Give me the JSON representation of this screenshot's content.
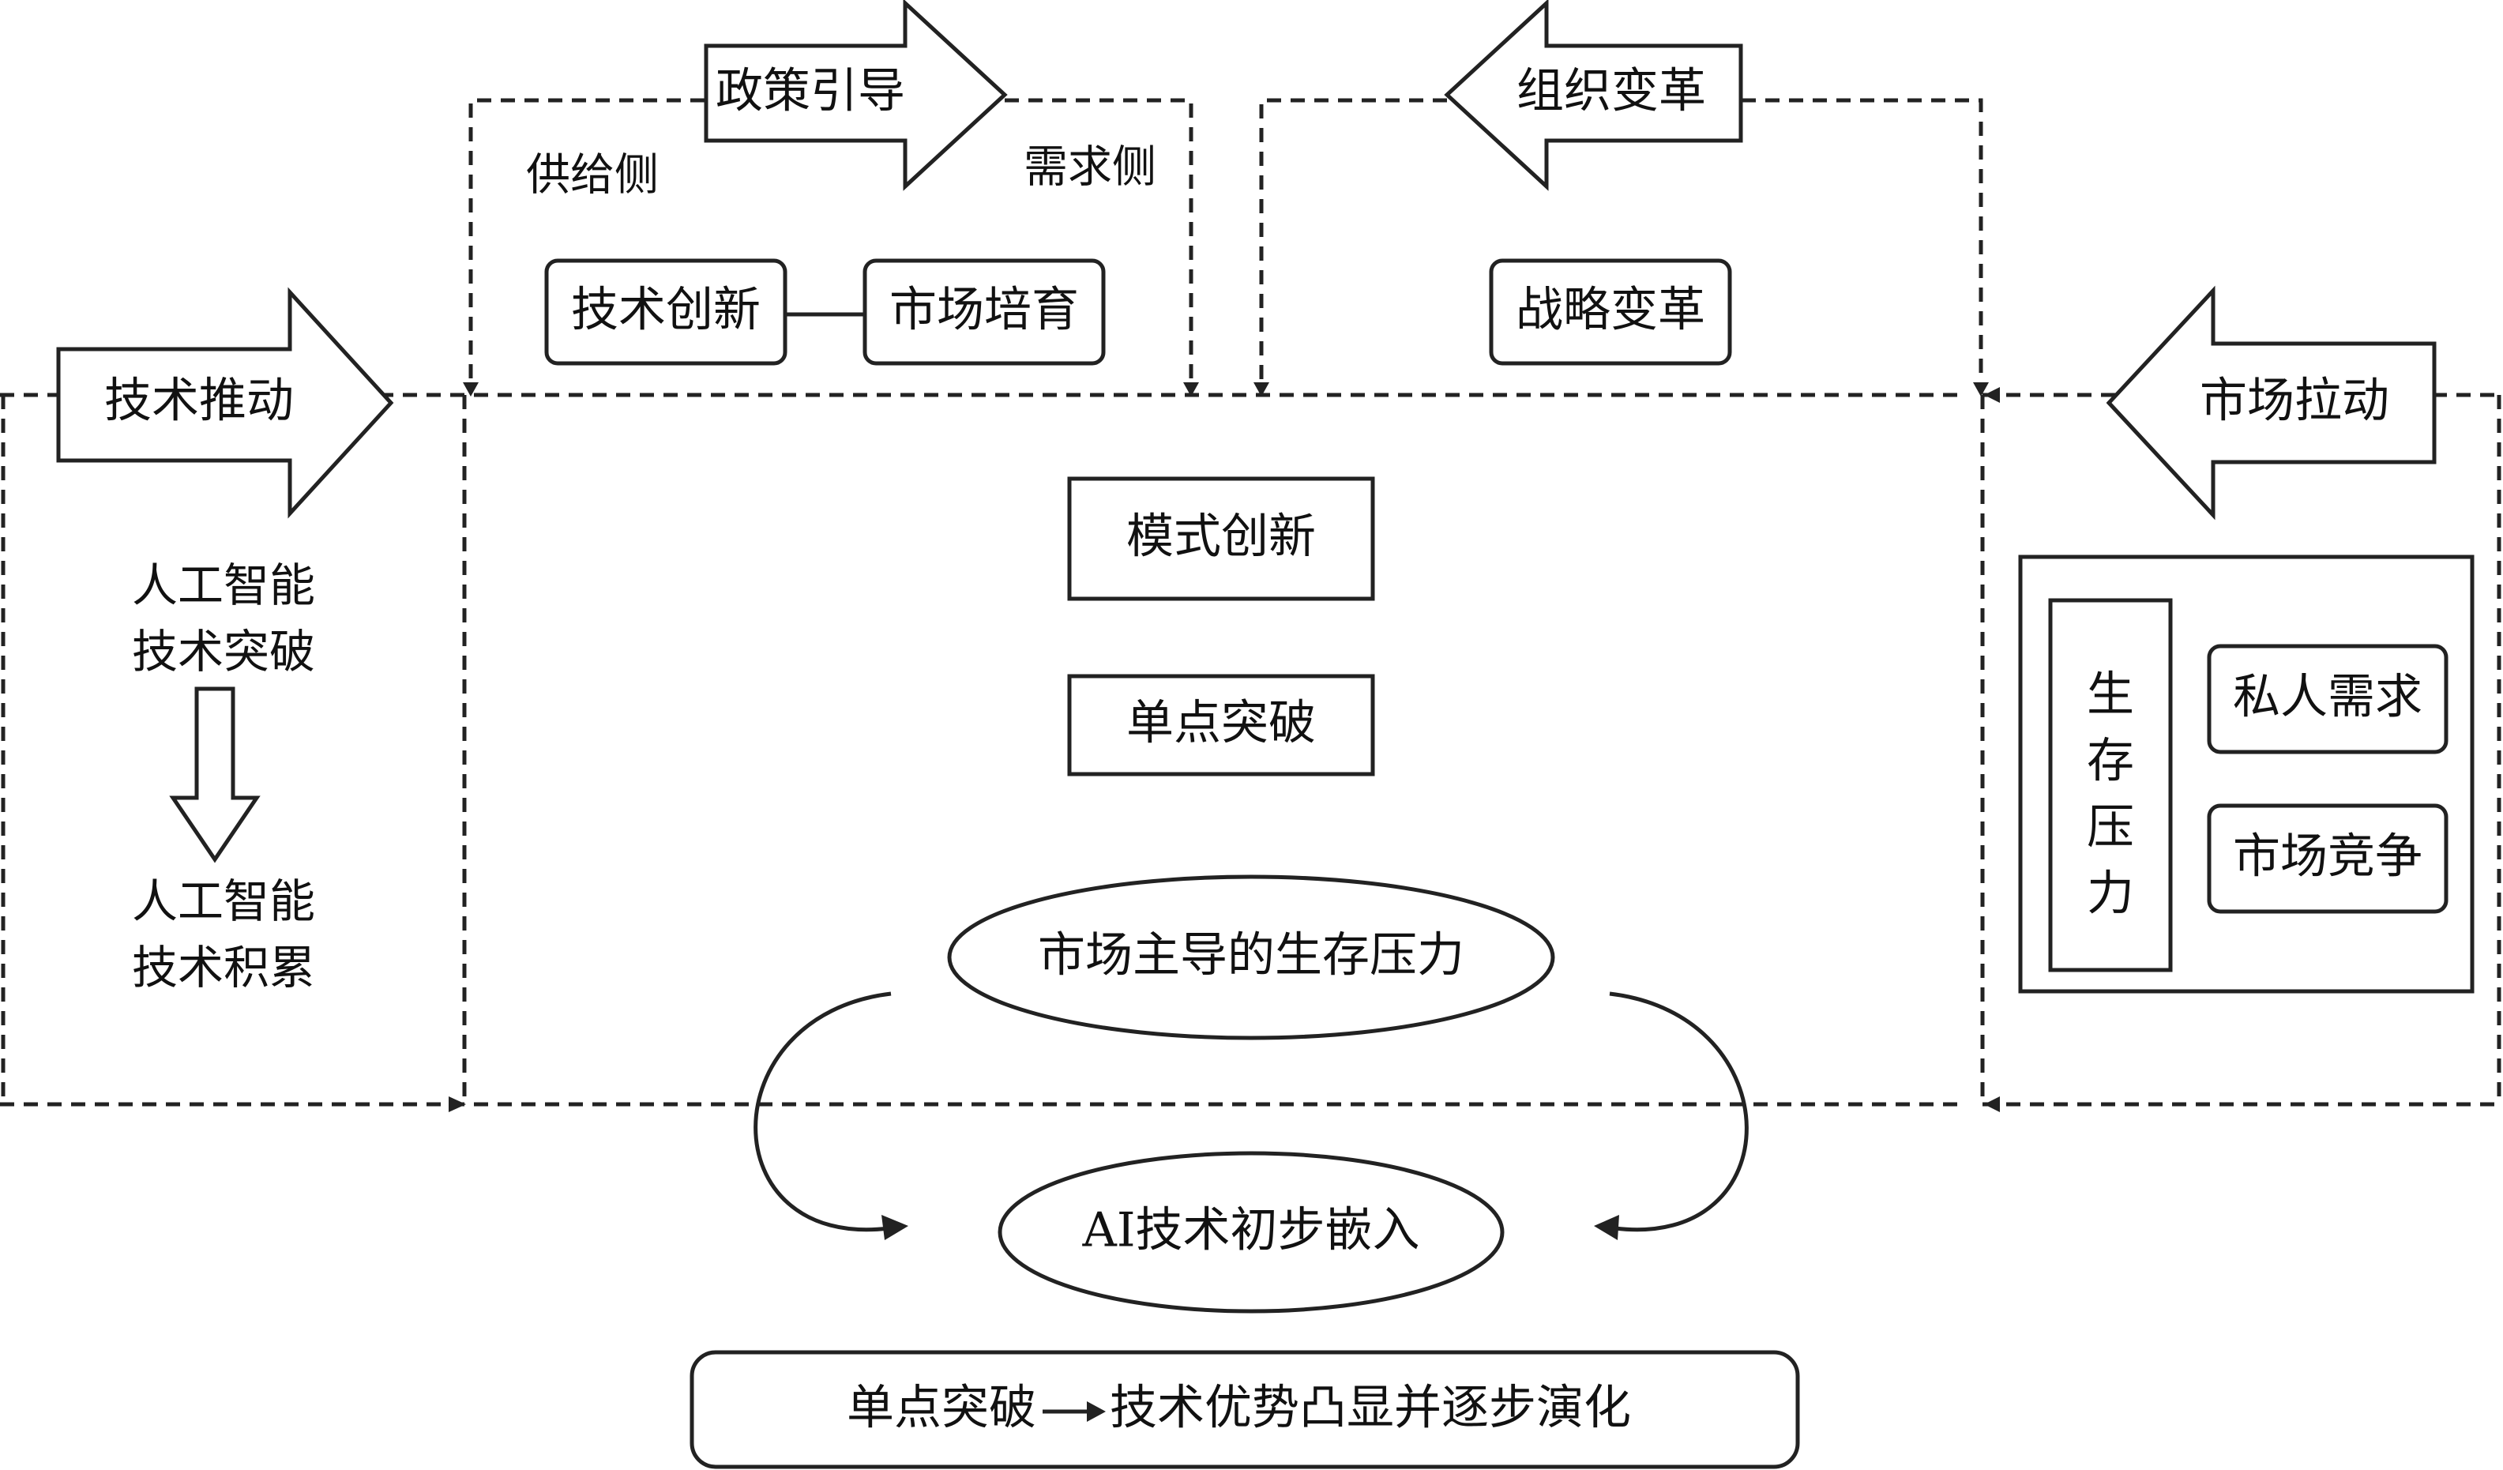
{
  "arrows": {
    "tech_push": "技术推动",
    "policy": "政策引导",
    "org_change": "组织变革",
    "market_pull": "市场拉动"
  },
  "labels": {
    "supply_side": "供给侧",
    "demand_side": "需求侧"
  },
  "boxes": {
    "tech_innovation": "技术创新",
    "market_cultivation": "市场培育",
    "strategy_change": "战略变革",
    "mode_innovation": "模式创新",
    "single_breakthrough": "单点突破",
    "private_demand": "私人需求",
    "market_competition": "市场竞争",
    "survival_pressure": [
      "生",
      "存",
      "压",
      "力"
    ]
  },
  "left_column": {
    "breakthrough": [
      "人工智能",
      "技术突破"
    ],
    "accumulation": [
      "人工智能",
      "技术积累"
    ]
  },
  "ellipses": {
    "market_pressure": "市场主导的生存压力",
    "ai_embed": "AI技术初步嵌入"
  },
  "footer": {
    "left": "单点突破",
    "right": "技术优势凸显并逐步演化"
  }
}
